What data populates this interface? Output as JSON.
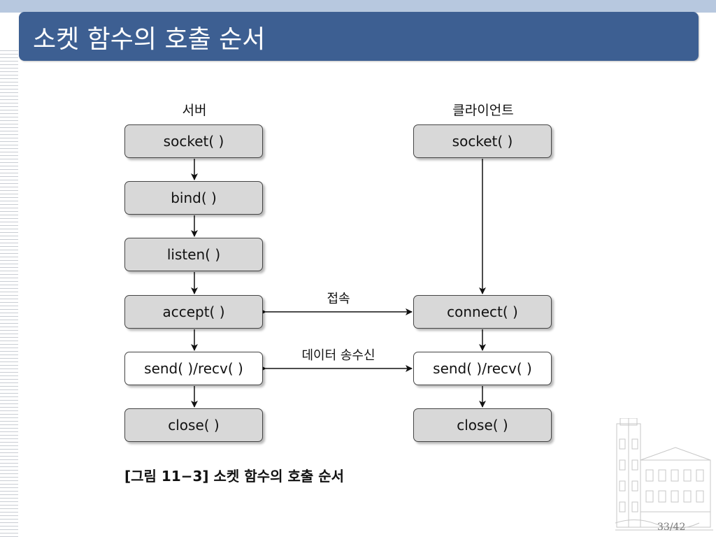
{
  "slide": {
    "title": "소켓 함수의 호출 순서",
    "page_number": "33/42"
  },
  "diagram": {
    "server_label": "서버",
    "client_label": "클라이언트",
    "server_boxes": [
      "socket( )",
      "bind( )",
      "listen( )",
      "accept( )",
      "send( )/recv( )",
      "close( )"
    ],
    "client_boxes": [
      "socket( )",
      "connect( )",
      "send( )/recv( )",
      "close( )"
    ],
    "connect_label": "접속",
    "data_label": "데이터 송수신",
    "caption": "[그림 11−3] 소켓 함수의 호출 순서"
  },
  "colors": {
    "title_bar": "#3d5f92",
    "box_gray": "#d8d8d8",
    "box_white": "#ffffff"
  }
}
